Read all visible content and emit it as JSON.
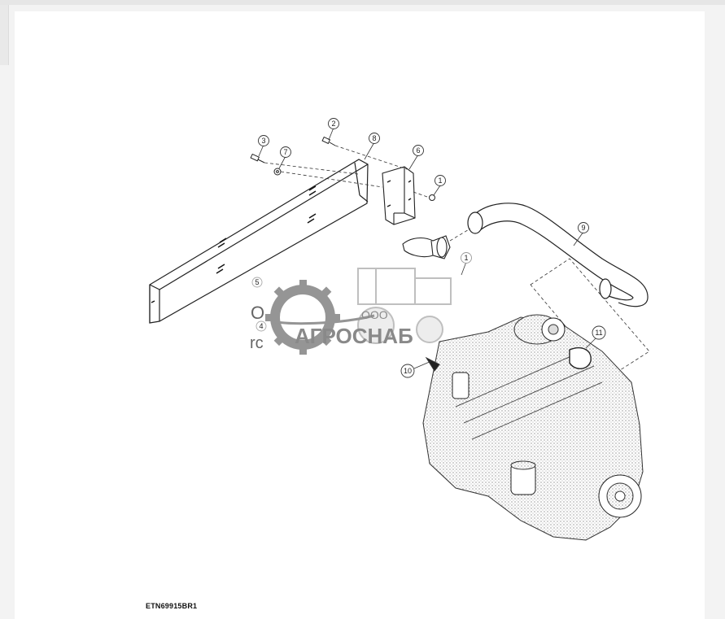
{
  "diagram": {
    "figure_code": "ETN69915BR1",
    "callouts": [
      {
        "id": "c1a",
        "num": "1"
      },
      {
        "id": "c1b",
        "num": "1"
      },
      {
        "id": "c2",
        "num": "2"
      },
      {
        "id": "c3",
        "num": "3"
      },
      {
        "id": "c4",
        "num": "4"
      },
      {
        "id": "c5",
        "num": "5"
      },
      {
        "id": "c6",
        "num": "6"
      },
      {
        "id": "c7",
        "num": "7"
      },
      {
        "id": "c8",
        "num": "8"
      },
      {
        "id": "c9",
        "num": "9"
      },
      {
        "id": "c10",
        "num": "10"
      },
      {
        "id": "c11",
        "num": "11"
      }
    ]
  },
  "watermark": {
    "company_form": "ООО",
    "company_name": "АГРОСНАБ",
    "fragment_left_1": "О",
    "fragment_left_2": "rc",
    "colors": {
      "gear": "#8a8a8a",
      "text": "#7d7d7d",
      "tractor": "#b9b9b9"
    }
  }
}
